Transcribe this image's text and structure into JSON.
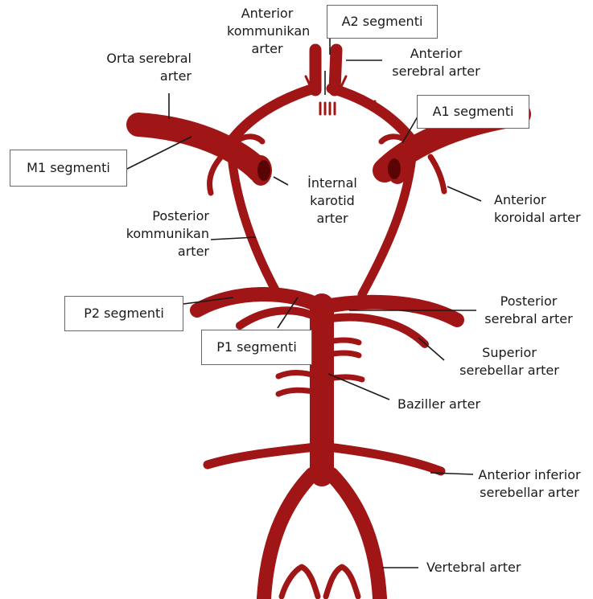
{
  "colors": {
    "artery": "#a01515",
    "artery_dark": "#5a0505",
    "leader": "#1a1a1a",
    "box_border": "#666666"
  },
  "labels": {
    "anterior_kommunikan": [
      "Anterior",
      "kommunikan",
      "arter"
    ],
    "orta_serebral": [
      "Orta serebral",
      "arter"
    ],
    "anterior_serebral": [
      "Anterior",
      "serebral arter"
    ],
    "internal_karotid": [
      "İnternal",
      "karotid",
      "arter"
    ],
    "anterior_koroidal": [
      "Anterior",
      "koroidal arter"
    ],
    "posterior_kommunikan": [
      "Posterior",
      "kommunikan",
      "arter"
    ],
    "posterior_serebral": [
      "Posterior",
      "serebral arter"
    ],
    "superior_serebellar": [
      "Superior",
      "serebellar arter"
    ],
    "baziller": "Baziller arter",
    "anterior_inferior_serebellar": [
      "Anterior inferior",
      "serebellar arter"
    ],
    "vertebral": "Vertebral arter"
  },
  "boxes": {
    "a2": "A2 segmenti",
    "a1": "A1 segmenti",
    "m1": "M1 segmenti",
    "p2": "P2 segmenti",
    "p1": "P1 segmenti"
  }
}
